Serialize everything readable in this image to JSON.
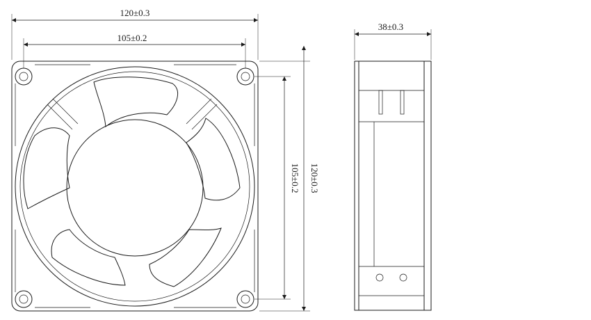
{
  "front_view": {
    "overall_width_label": "120±0.3",
    "hole_spacing_width_label": "105±0.2",
    "hole_spacing_height_label": "105±0.2",
    "overall_height_label": "120±0.3"
  },
  "side_view": {
    "depth_label": "38±0.3"
  }
}
